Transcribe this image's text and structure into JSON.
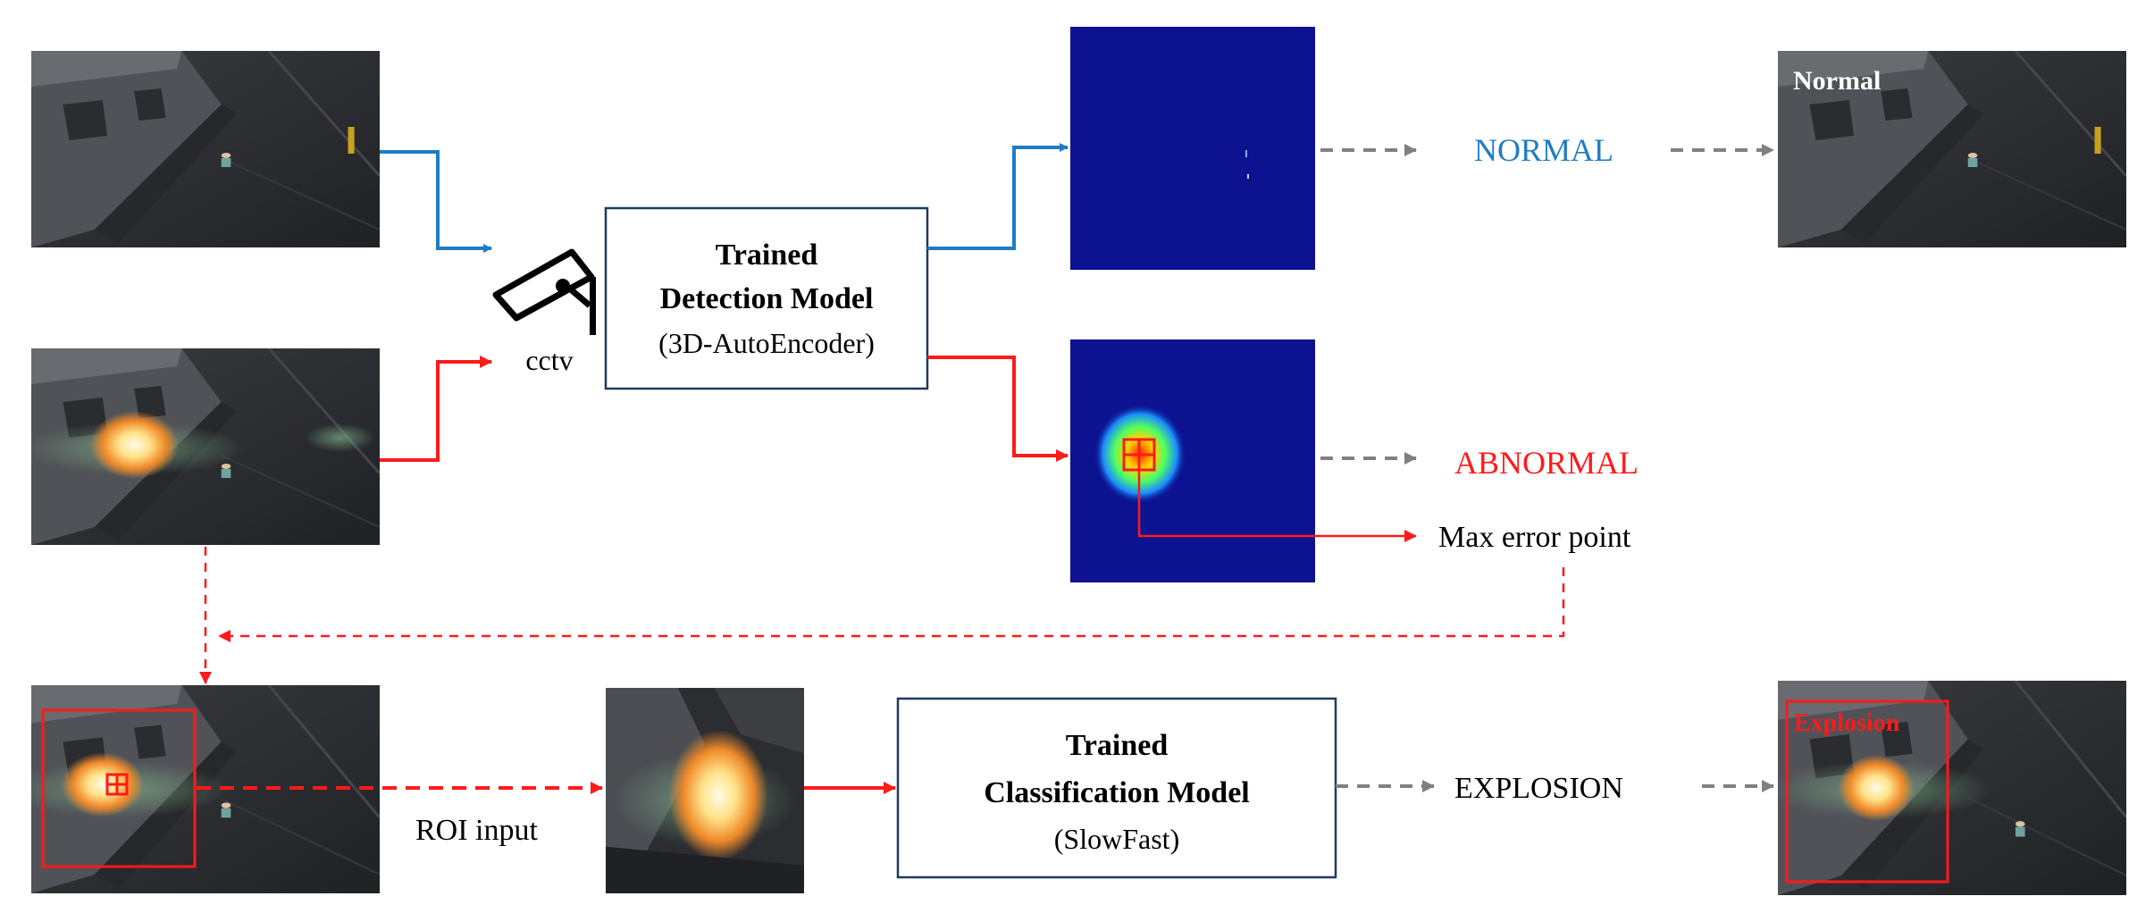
{
  "colors": {
    "normal_path": "#1f7cc4",
    "abnormal_path": "#ff1a1a",
    "dashed_gray": "#808080",
    "box_border": "#1f3a5c",
    "heatmap_bg": "#0c1290"
  },
  "detection_model": {
    "title_line1": "Trained",
    "title_line2": "Detection Model",
    "subtitle": "(3D-AutoEncoder)"
  },
  "classification_model": {
    "title_line1": "Trained",
    "title_line2": "Classification Model",
    "subtitle": "(SlowFast)"
  },
  "labels": {
    "cctv": "cctv",
    "normal_result": "NORMAL",
    "abnormal_result": "ABNORMAL",
    "max_error_point": "Max error point",
    "roi_input": "ROI input",
    "explosion_result": "EXPLOSION"
  },
  "overlays": {
    "normal_overlay": "Normal",
    "explosion_overlay": "Explosion"
  },
  "icons": {
    "cctv": "cctv-camera-icon",
    "max_point": "crosshair-icon"
  }
}
